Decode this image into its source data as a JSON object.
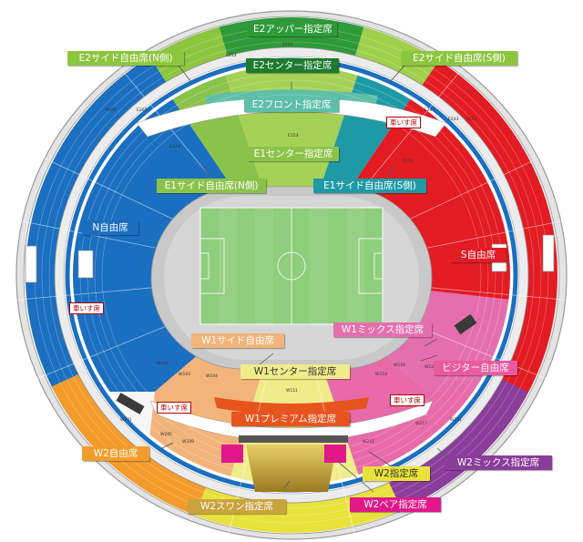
{
  "labels": {
    "e2_upper": "E2アッパー指定席",
    "e2_center": "E2センター指定席",
    "e2_side_n": "E2サイド自由席(N側)",
    "e2_side_s": "E2サイド自由席(S側)",
    "e2_front": "E2フロント指定席",
    "e1_center": "E1センター指定席",
    "e1_side_n": "E1サイド自由席(N側)",
    "e1_side_s": "E1サイド自由席(S側)",
    "n_free": "N自由席",
    "s_free": "S自由席",
    "w1_mix": "W1ミックス指定席",
    "visitor": "ビジター自由席",
    "w1_side": "W1サイド自由席",
    "w1_center": "W1センター指定席",
    "w1_premium": "W1プレミアム指定席",
    "w2_free": "W2自由席",
    "w2_reserved": "W2指定席",
    "w2_mix": "W2ミックス指定席",
    "w2_swan": "W2スワン指定席",
    "w2_pair": "W2ペア指定席",
    "wheelchair": "車いす席"
  },
  "blocks": {
    "e251": "E251",
    "e253": "E253",
    "e261": "E261",
    "e241": "E241",
    "e243": "E243",
    "e143": "E143",
    "e153": "E153",
    "e123": "E123",
    "n101": "N101",
    "s121": "S121",
    "w101": "W101",
    "w103": "W103",
    "w104": "W104",
    "w111": "W111",
    "w114": "W114",
    "w116": "W116",
    "w123": "W123",
    "w133": "W133",
    "w201": "W201",
    "w205": "W205",
    "w209": "W209",
    "w215": "W215",
    "w217": "W217",
    "w221": "W221"
  },
  "colors": {
    "e2_upper": "#2e9a3a",
    "e2_center": "#1d7a2e",
    "e2_side": "#8cc63f",
    "e2_front": "#5fbfa8",
    "e1_center": "#8bc34a",
    "e1_side_s": "#1e9aa6",
    "n_free": "#1b6fc0",
    "s_free": "#e31b23",
    "w1_mix": "#e56fae",
    "visitor": "#ea5aa0",
    "w1_side": "#f2b47a",
    "w1_center": "#f0ec8a",
    "w1_premium": "#e8541e",
    "w2_free": "#f39c2b",
    "w2_reserved": "#e9e23b",
    "w2_mix": "#8a3d9a",
    "w2_swan": "#c9a43e",
    "w2_pair": "#e0188a",
    "wheelchair": "#b00000",
    "pitch": "#8fce7c",
    "track": "#c9c9c9"
  }
}
